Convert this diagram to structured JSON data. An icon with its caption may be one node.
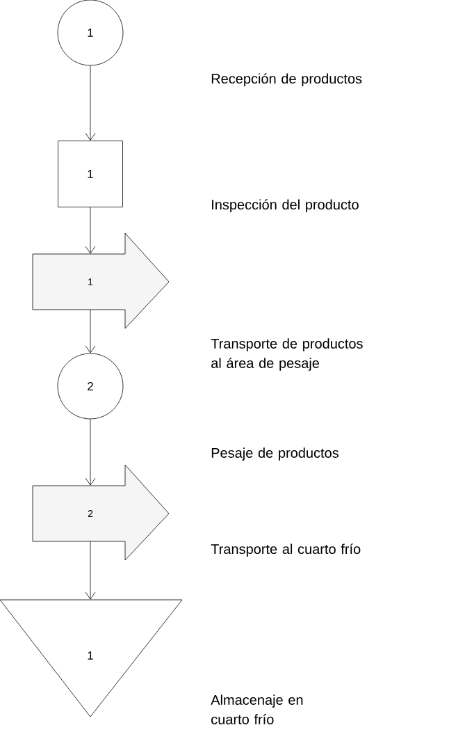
{
  "diagram": {
    "nodes": [
      {
        "text": [
          "1"
        ]
      },
      {
        "text": [
          "1"
        ]
      },
      {
        "text": [
          "1"
        ]
      },
      {
        "text": [
          "2"
        ]
      },
      {
        "text": [
          "2"
        ]
      },
      {
        "text": [
          "1"
        ]
      }
    ],
    "edges": [
      {
        "from": 0,
        "to": 1,
        "arrow": "to"
      },
      {
        "from": 1,
        "to": 2,
        "arrow": "to"
      },
      {
        "from": 2,
        "to": 3,
        "arrow": "to"
      },
      {
        "from": 3,
        "to": 4,
        "arrow": "to"
      },
      {
        "from": 4,
        "to": 5,
        "arrow": "to"
      }
    ],
    "labels": [
      "Recepción de productos",
      "Inspección del producto",
      "Transporte de productos al área de pesaje",
      "Pesaje de productos",
      "Transporte al cuarto frío",
      "Almacenaje en cuarto frío"
    ]
  }
}
